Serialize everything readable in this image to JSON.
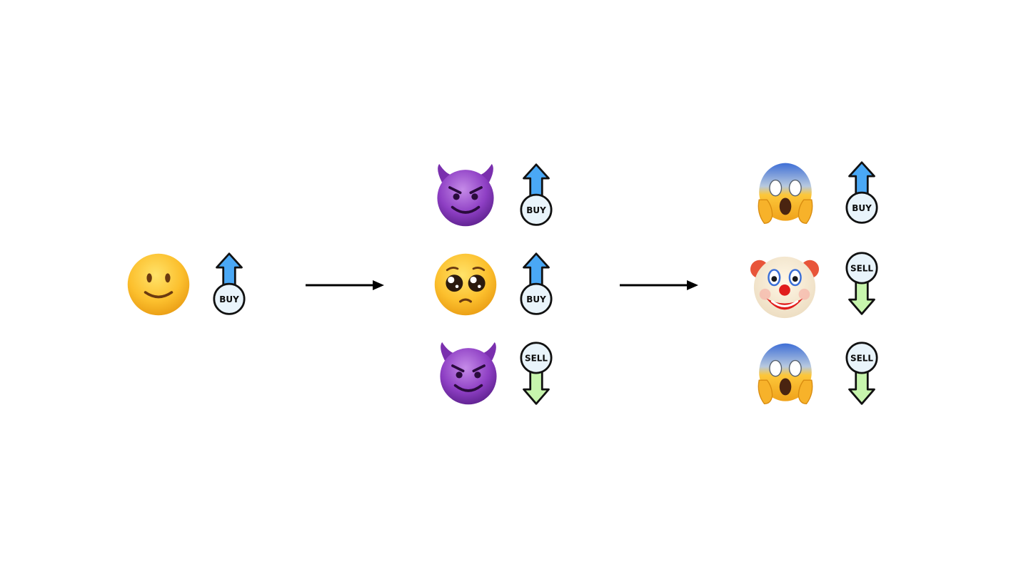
{
  "stages": [
    {
      "name": "stage-1",
      "traders": [
        {
          "emoji": "slightly-smiling-face",
          "action": "BUY",
          "direction": "up"
        }
      ]
    },
    {
      "name": "stage-2",
      "traders": [
        {
          "emoji": "smiling-devil-face",
          "action": "BUY",
          "direction": "up"
        },
        {
          "emoji": "pleading-face",
          "action": "BUY",
          "direction": "up"
        },
        {
          "emoji": "smiling-devil-face",
          "action": "SELL",
          "direction": "down"
        }
      ]
    },
    {
      "name": "stage-3",
      "traders": [
        {
          "emoji": "screaming-in-fear-face",
          "action": "BUY",
          "direction": "up"
        },
        {
          "emoji": "clown-face",
          "action": "SELL",
          "direction": "down"
        },
        {
          "emoji": "screaming-in-fear-face",
          "action": "SELL",
          "direction": "down"
        }
      ]
    }
  ],
  "connectors": [
    "right-arrow-icon",
    "right-arrow-icon"
  ],
  "colors": {
    "buy_arrow": "#4aa8f5",
    "sell_arrow": "#c7f5ad",
    "badge_fill": "#e9f4fb",
    "outline": "#111111",
    "connector": "#000000"
  }
}
